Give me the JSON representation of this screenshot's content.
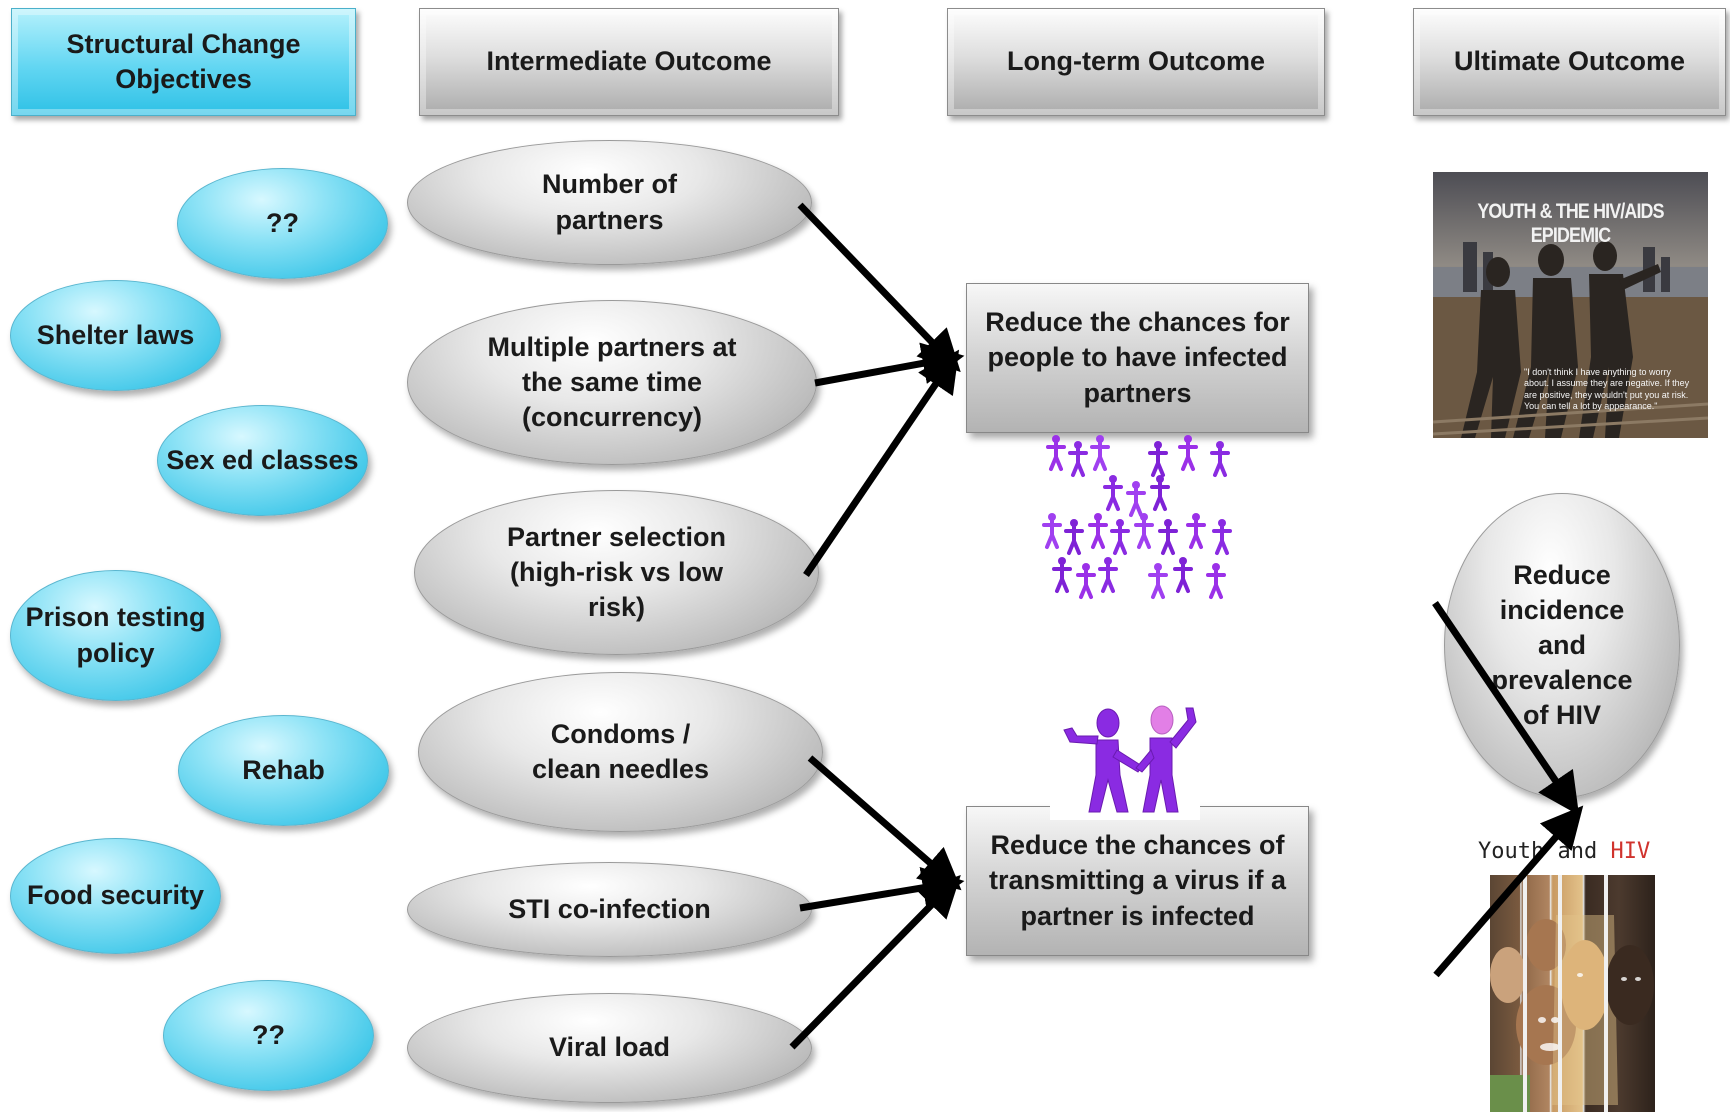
{
  "headers": {
    "structural": "Structural Change Objectives",
    "intermediate": "Intermediate Outcome",
    "longterm": "Long-term Outcome",
    "ultimate": "Ultimate Outcome"
  },
  "structural_objectives": [
    "??",
    "Shelter laws",
    "Sex ed classes",
    "Prison testing policy",
    "Rehab",
    "Food security",
    "??"
  ],
  "intermediate_outcomes": [
    "Number of partners",
    "Multiple partners at the same time (concurrency)",
    "Partner selection (high-risk vs low risk)",
    "Condoms / clean needles",
    "STI co-infection",
    "Viral load"
  ],
  "longterm_outcomes": [
    "Reduce the chances for people to have infected partners",
    "Reduce the chances of transmitting a virus if a partner is infected"
  ],
  "ultimate_outcome": "Reduce incidence and prevalence of HIV",
  "images": {
    "poster_title": "YOUTH & THE HIV/AIDS EPIDEMIC",
    "poster_quote": "\"I don't think I have anything to worry about. I assume they are negative. If they are positive, they wouldn't put you at risk. You can tell a lot by appearance.\"",
    "youth_label_prefix": "Youth and ",
    "youth_label_hiv": "HIV"
  },
  "colors": {
    "cyan": "#3cc6e8",
    "gray": "#bdbdbd",
    "figure_purple": "#8a2be2",
    "figure_pink": "#e27fe6",
    "arrow": "#000000"
  }
}
